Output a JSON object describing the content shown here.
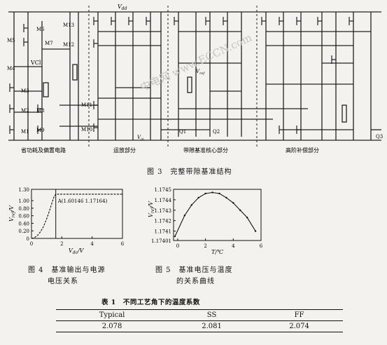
{
  "circuit": {
    "vdd_label": "V",
    "vdd_sub": "dd",
    "vref_label": "V",
    "vref_sub": "ref",
    "vin_label": "V",
    "vin_sub": "in",
    "vcl_label": "VCl",
    "transistor_labels": [
      "M6",
      "M5",
      "M7",
      "M4",
      "M3",
      "M2",
      "M1",
      "M8",
      "M9",
      "M10",
      "M13",
      "M12",
      "M11",
      "Q1",
      "Q2",
      "Q3"
    ],
    "section_labels": [
      "省功耗及偏置电路",
      "运放部分",
      "带隙基准核心部分",
      "高阶补偿部分"
    ],
    "watermark": "中电网 www.ECCN.com",
    "caption": "图 3　完整带隙基准结构"
  },
  "fig4": {
    "caption_line1": "图 4　基准输出与电源",
    "caption_line2": "电压关系",
    "ylabel": "V",
    "ylabel_sub": "ref",
    "ylabel_unit": "/V",
    "xlabel": "V",
    "xlabel_sub": "dc",
    "xlabel_unit": "/V",
    "annotation": "A(1.60146 1.17164)"
  },
  "fig5": {
    "caption_line1": "图 5　基准电压与温度",
    "caption_line2": "的关系曲线",
    "ylabel": "V",
    "ylabel_sub": "ref",
    "ylabel_unit": "/V",
    "xlabel": "T/℃"
  },
  "table": {
    "title": "表 1　不同工艺角下的温度系数",
    "headers": [
      "Typical",
      "SS",
      "FF"
    ],
    "values": [
      "2.078",
      "2.081",
      "2.074"
    ]
  },
  "chart_data": [
    {
      "type": "line",
      "x": [
        0,
        0.2,
        0.4,
        0.6,
        0.8,
        1.0,
        1.2,
        1.4,
        1.5,
        1.60146,
        2,
        3,
        4,
        5,
        6
      ],
      "y": [
        0.0,
        0.02,
        0.08,
        0.18,
        0.32,
        0.52,
        0.75,
        1.0,
        1.12,
        1.17164,
        1.17164,
        1.17164,
        1.17164,
        1.17164,
        1.17164
      ],
      "xlim": [
        0,
        6
      ],
      "ylim": [
        0,
        1.3
      ],
      "xticks": [
        "0",
        "2",
        "4",
        "6"
      ],
      "yticks": [
        "0",
        "0.20",
        "0.40",
        "0.60",
        "0.80",
        "1.00",
        "1.30"
      ],
      "annotation_point": {
        "x": 1.60146,
        "y": 1.17164,
        "label": "A(1.60146 1.17164)"
      }
    },
    {
      "type": "line",
      "x": [
        -0.2,
        0.5,
        1,
        1.5,
        2,
        2.5,
        3,
        3.5,
        4,
        4.5,
        5,
        5.6
      ],
      "y": [
        1.17405,
        1.17425,
        1.17435,
        1.17442,
        1.17446,
        1.17447,
        1.17446,
        1.17442,
        1.17437,
        1.1743,
        1.17423,
        1.1741
      ],
      "xlim": [
        -0.3,
        6
      ],
      "ylim": [
        1.17401,
        1.1745
      ],
      "xticks": [
        "0",
        "2",
        "4",
        "6"
      ],
      "yticks": [
        "1.17401",
        "1.1741",
        "1.1742",
        "1.1743",
        "1.1744",
        "1.1745"
      ]
    }
  ]
}
